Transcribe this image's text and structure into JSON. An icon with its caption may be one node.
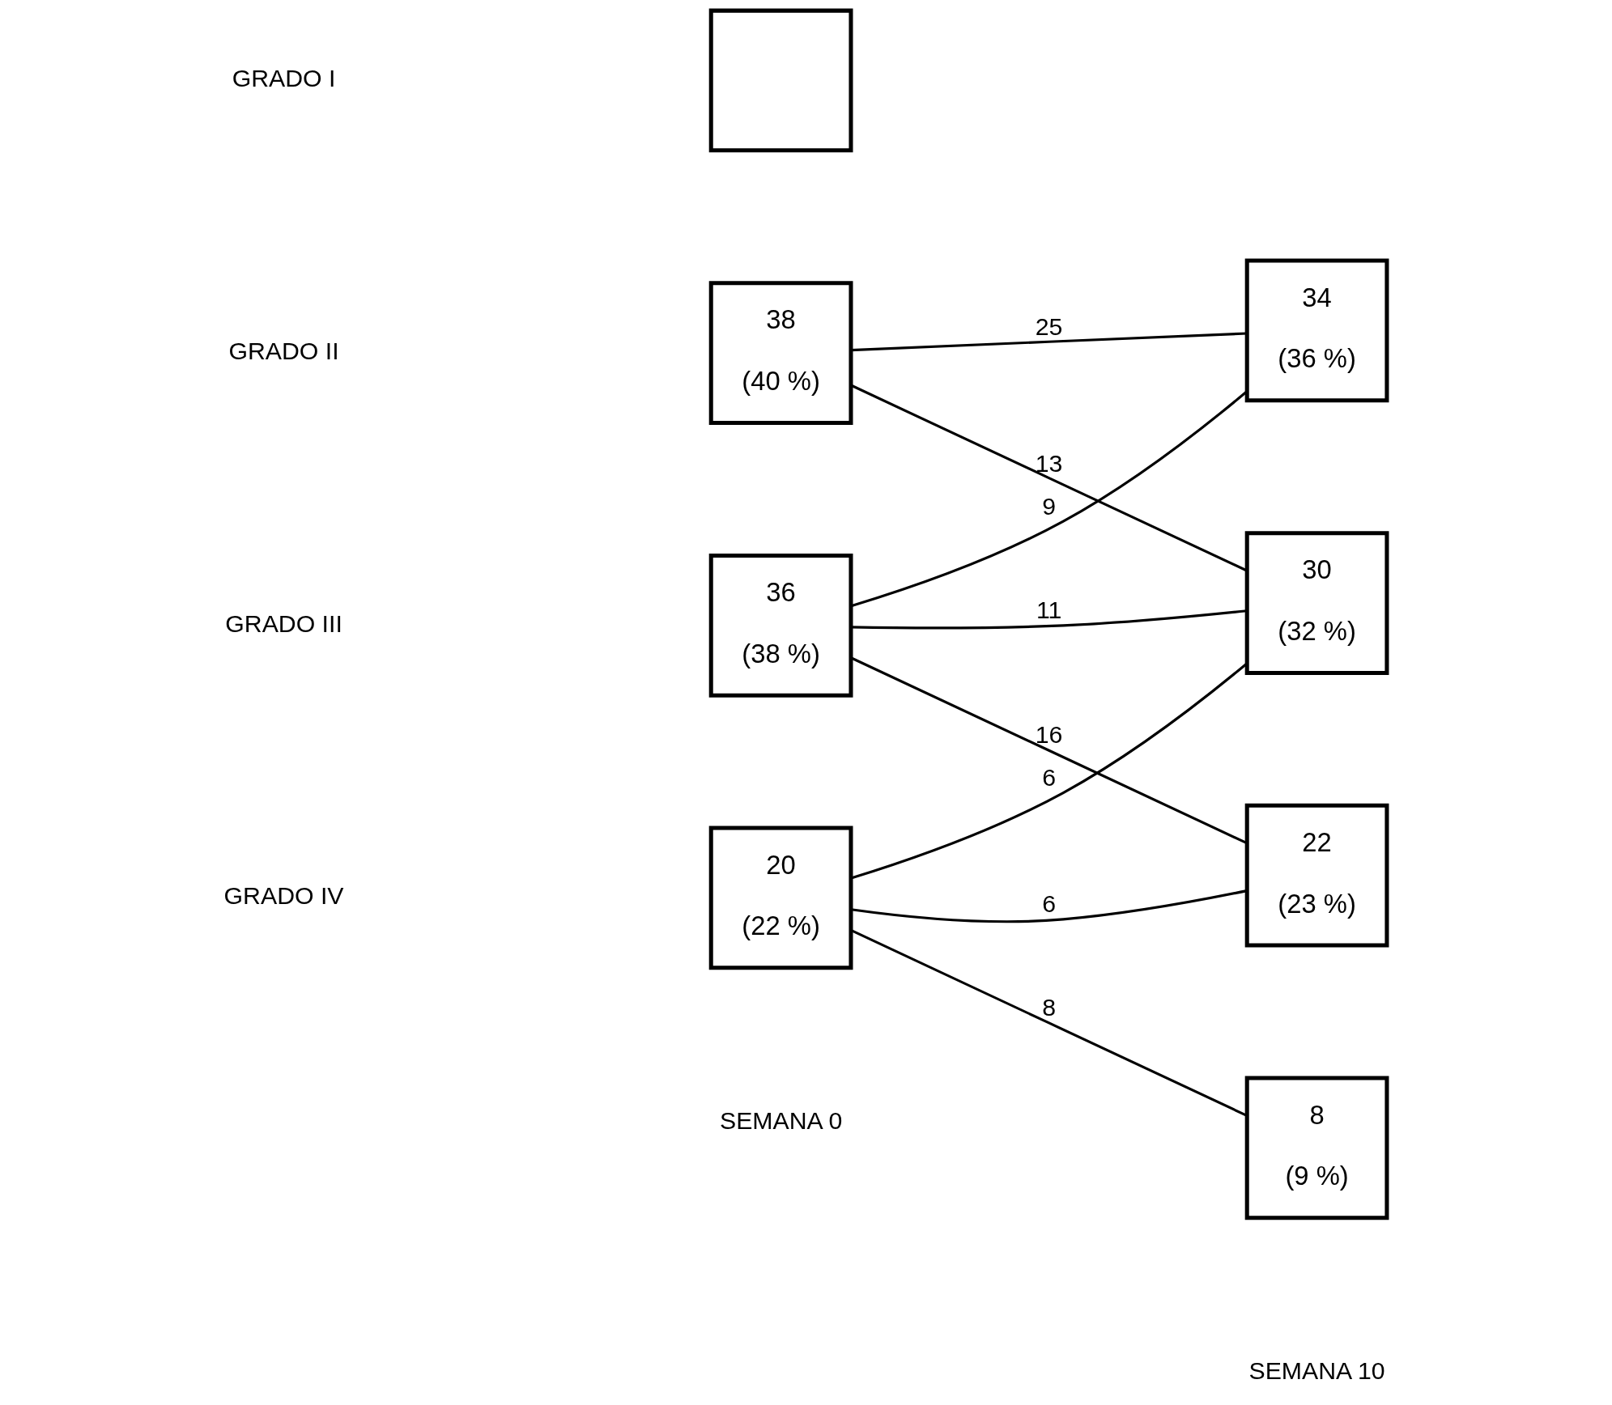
{
  "diagram": {
    "nodes": [
      {
        "text": [],
        "shape": "box"
      },
      {
        "text": [
          "38",
          "(40 %)"
        ]
      },
      {
        "text": [
          "36",
          "(38 %)"
        ]
      },
      {
        "text": [
          "20",
          "(22 %)"
        ]
      },
      {
        "text": [
          "34",
          "(36 %)"
        ]
      },
      {
        "text": [
          "30",
          "(32 %)"
        ]
      },
      {
        "text": [
          "22",
          "(23 %)"
        ]
      },
      {
        "text": [
          "8",
          "(9 %)"
        ]
      }
    ],
    "edges": [
      {
        "from": 1,
        "to": 4,
        "arrow": "none",
        "label": "25"
      },
      {
        "from": 1,
        "to": 5,
        "arrow": "none",
        "label": "13"
      },
      {
        "from": 2,
        "to": 4,
        "arrow": "none",
        "label": "9"
      },
      {
        "from": 2,
        "to": 5,
        "arrow": "none",
        "label": "11"
      },
      {
        "from": 2,
        "to": 6,
        "arrow": "none",
        "label": "16"
      },
      {
        "from": 3,
        "to": 5,
        "arrow": "none",
        "label": "6"
      },
      {
        "from": 3,
        "to": 6,
        "arrow": "none",
        "label": "6"
      },
      {
        "from": 3,
        "to": 7,
        "arrow": "none",
        "label": "8"
      }
    ],
    "labels": [
      "GRADO I",
      "GRADO II",
      "GRADO III",
      "GRADO IV",
      "SEMANA 0",
      "SEMANA 10"
    ]
  }
}
